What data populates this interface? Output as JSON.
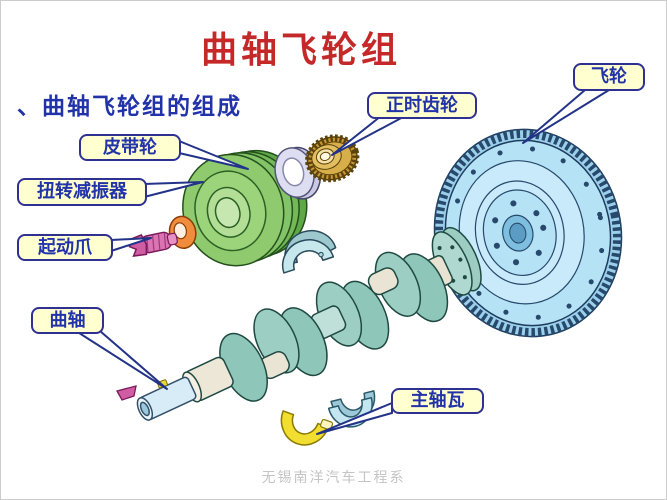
{
  "slide": {
    "title": "曲轴飞轮组",
    "subtitle": "、曲轴飞轮组的组成",
    "watermark": "无锡南洋汽车工程系"
  },
  "callouts": [
    {
      "id": "flywheel",
      "label": "飞轮"
    },
    {
      "id": "timing-gear",
      "label": "正时齿轮"
    },
    {
      "id": "belt-pulley",
      "label": "皮带轮"
    },
    {
      "id": "torsional-damper",
      "label": "扭转减振器"
    },
    {
      "id": "starting-claw",
      "label": "起动爪"
    },
    {
      "id": "crankshaft",
      "label": "曲轴"
    },
    {
      "id": "main-bearing-shell",
      "label": "主轴瓦"
    }
  ],
  "colors": {
    "title_red": "#c42828",
    "label_blue": "#2233aa",
    "callout_fill": "#ffffcf",
    "callout_border": "#2e3192",
    "leader_line": "#223388",
    "flywheel_blue": "#b6e2f6",
    "crankshaft_teal": "#8fc6ba",
    "pulley_green": "#8fca6e",
    "gear_gold": "#d8ae4a",
    "claw_pink": "#dc74b4",
    "ring_orange": "#f08c3c",
    "washer_lavender": "#dedef2",
    "bearing_yellow": "#f2de30",
    "bearing_blue": "#c4e6f0",
    "watermark_gray": "#c4c4c4"
  }
}
